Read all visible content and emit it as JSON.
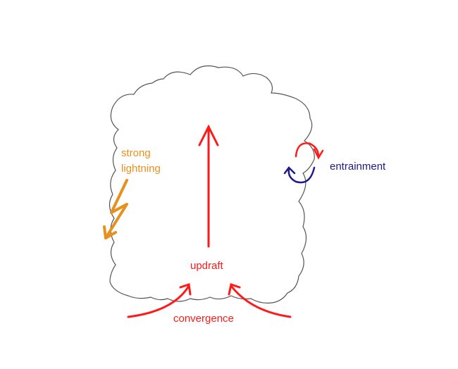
{
  "labels": {
    "strong_line1": "strong",
    "strong_line2": "lightning",
    "entrainment": "entrainment",
    "updraft": "updraft",
    "convergence": "convergence"
  },
  "colors": {
    "cloud_outline": "#555555",
    "updraft": "#ff1a1a",
    "lightning": "#e8901e",
    "entrainment_label": "#1c1a8c",
    "entrainment_red": "#ff1a1a",
    "entrainment_blue": "#1c1a8c"
  },
  "icons": [
    "cloud-outline",
    "updraft-arrow",
    "lightning-bolt-icon",
    "entrainment-cycle-icon",
    "convergence-arrow"
  ]
}
